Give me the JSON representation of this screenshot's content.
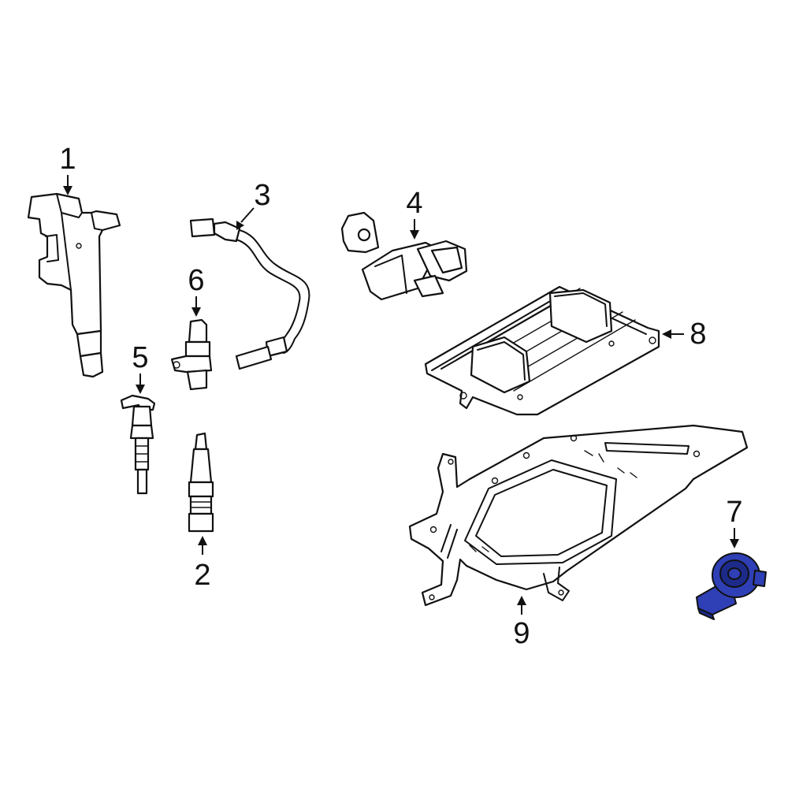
{
  "callouts": [
    {
      "id": "1",
      "text": "1"
    },
    {
      "id": "2",
      "text": "2"
    },
    {
      "id": "3",
      "text": "3"
    },
    {
      "id": "4",
      "text": "4"
    },
    {
      "id": "5",
      "text": "5"
    },
    {
      "id": "6",
      "text": "6"
    },
    {
      "id": "7",
      "text": "7"
    },
    {
      "id": "8",
      "text": "8"
    },
    {
      "id": "9",
      "text": "9"
    }
  ],
  "highlight_part": "7",
  "colors": {
    "highlight": "#2f3fb5",
    "highlight_dark": "#1c2a8a",
    "line": "#111111",
    "background": "#ffffff"
  },
  "icons": {
    "1": "ignition-coil-icon",
    "2": "spark-plug-icon",
    "3": "oxygen-sensor-icon",
    "4": "sensor-bracket-icon",
    "5": "fuel-injector-icon",
    "6": "position-sensor-icon",
    "7": "knock-sensor-icon",
    "8": "engine-control-module-icon",
    "9": "module-bracket-icon"
  }
}
